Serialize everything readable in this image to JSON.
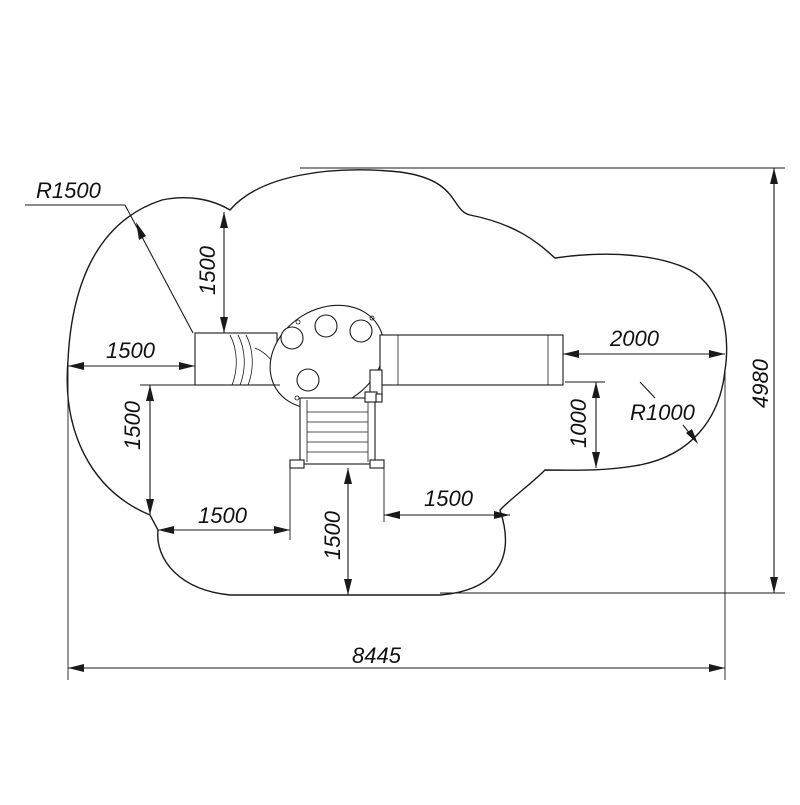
{
  "drawing": {
    "total_width": "8445",
    "total_height": "4980",
    "radius_large": "R1500",
    "radius_small": "R1000",
    "dim_top_vertical": "1500",
    "dim_left_horizontal": "1500",
    "dim_left_vertical": "1500",
    "dim_bottom_left_horizontal": "1500",
    "dim_bottom_vertical": "1500",
    "dim_bottom_right_horizontal": "1500",
    "dim_right_horizontal": "2000",
    "dim_right_vertical": "1000"
  }
}
